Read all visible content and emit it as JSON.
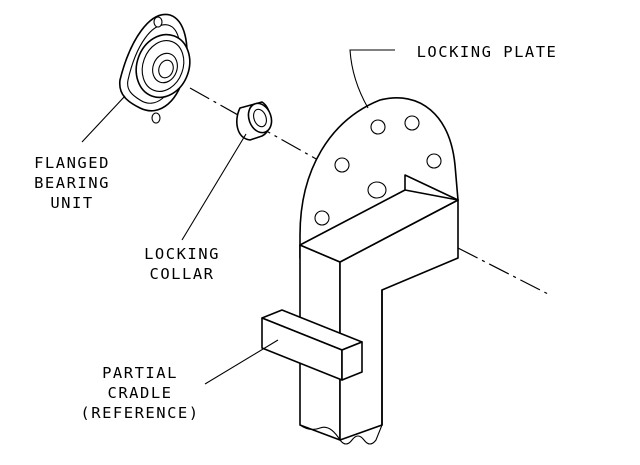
{
  "labels": {
    "locking_plate": "LOCKING PLATE",
    "flanged_bearing_unit": [
      "FLANGED",
      "BEARING",
      "UNIT"
    ],
    "locking_collar": [
      "LOCKING",
      "COLLAR"
    ],
    "partial_cradle": [
      "PARTIAL",
      "CRADLE",
      "(REFERENCE)"
    ]
  },
  "colors": {
    "line": "#000000",
    "background": "#ffffff"
  }
}
